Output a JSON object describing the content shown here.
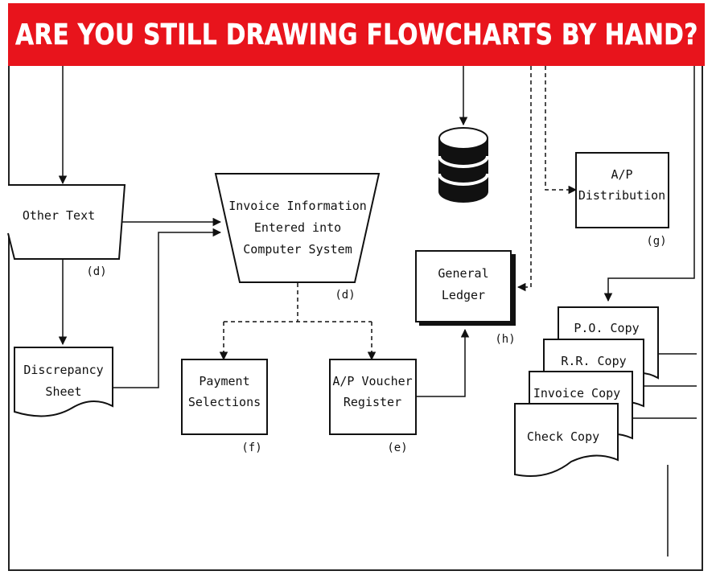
{
  "banner": {
    "title": "ARE YOU STILL DRAWING FLOWCHARTS BY HAND?"
  },
  "colors": {
    "banner": "#e8141c",
    "banner_text": "#ffffff",
    "ink": "#111111"
  },
  "nodes": {
    "other_text": {
      "label": "Other Text",
      "tag": "(d)"
    },
    "invoice_info": {
      "line1": "Invoice Information",
      "line2": "Entered into",
      "line3": "Computer System",
      "tag": "(d)"
    },
    "discrepancy": {
      "line1": "Discrepancy",
      "line2": "Sheet"
    },
    "payment": {
      "line1": "Payment",
      "line2": "Selections",
      "tag": "(f)"
    },
    "voucher": {
      "line1": "A/P Voucher",
      "line2": "Register",
      "tag": "(e)"
    },
    "ledger": {
      "line1": "General",
      "line2": "Ledger",
      "tag": "(h)"
    },
    "distribution": {
      "line1": "A/P",
      "line2": "Distribution",
      "tag": "(g)"
    },
    "database": {
      "icon": "database-cylinder-icon"
    },
    "copies": {
      "po": "P.O. Copy",
      "rr": "R.R. Copy",
      "invoice": "Invoice Copy",
      "check": "Check Copy"
    }
  }
}
